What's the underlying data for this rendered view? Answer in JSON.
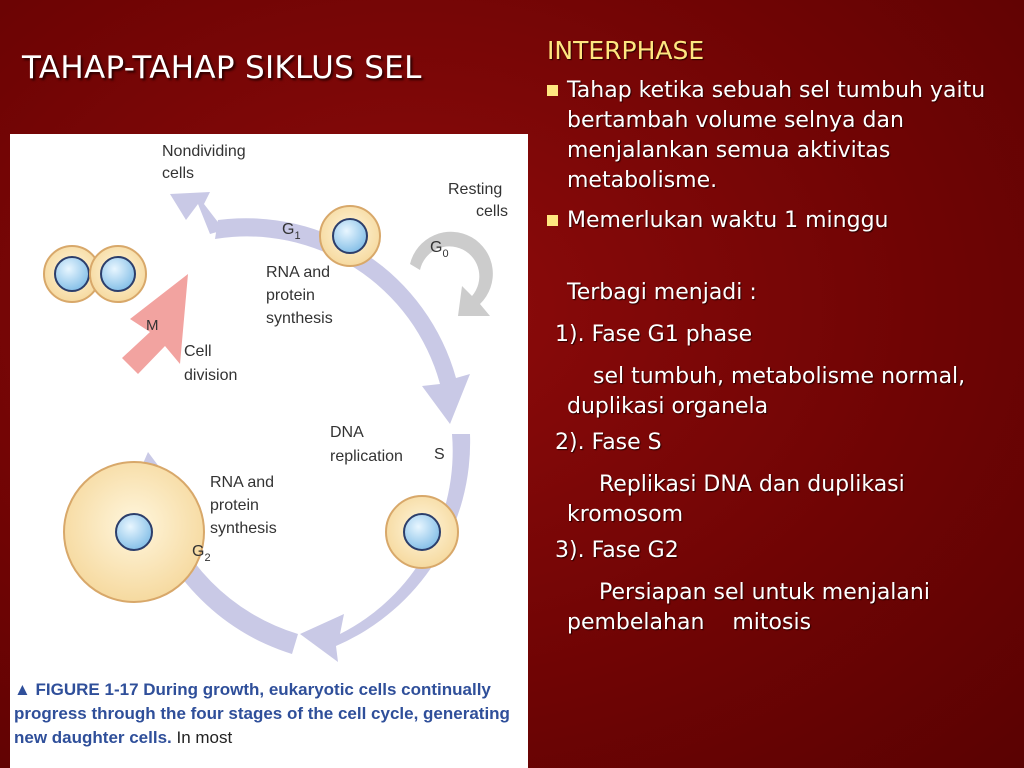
{
  "title": "TAHAP-TAHAP  SIKLUS SEL",
  "interphase": {
    "heading": "INTERPHASE",
    "bullets": [
      "Tahap ketika sebuah sel tumbuh yaitu bertambah volume selnya dan menjalankan semua aktivitas metabolisme.",
      "Memerlukan waktu 1 minggu"
    ],
    "intro": "Terbagi menjadi  :",
    "phases": [
      {
        "label": "1). Fase G1 phase",
        "desc": "sel tumbuh, metabolisme normal,  duplikasi organela"
      },
      {
        "label": "2). Fase S",
        "desc": "Replikasi DNA dan duplikasi kromosom"
      },
      {
        "label": "3). Fase G2",
        "desc": "Persiapan sel untuk menjalani pembelahan    mitosis"
      }
    ]
  },
  "figure": {
    "labels": {
      "nondividing": [
        "Nondividing",
        "cells"
      ],
      "resting": [
        "Resting",
        "cells"
      ],
      "g1": "G",
      "g1_sub": "1",
      "g0": "G",
      "g0_sub": "0",
      "s": "S",
      "m": "M",
      "g2": "G",
      "g2_sub": "2",
      "rna_top": [
        "RNA and",
        "protein",
        "synthesis"
      ],
      "cell_division": [
        "Cell",
        "division"
      ],
      "dna_replication": [
        "DNA",
        "replication"
      ],
      "rna_bottom": [
        "RNA and",
        "protein",
        "synthesis"
      ]
    },
    "caption_label": "▲ FIGURE 1-17",
    "caption_text": " During growth, eukaryotic cells continually progress through the four stages of the cell cycle, generating new daughter cells.",
    "caption_tail": " In most"
  },
  "colors": {
    "background": "#7a0606",
    "heading": "#ffe680",
    "arrow": "#c9c9e6",
    "m_arrow": "#f2a3a0",
    "cell_fill": "#fbe6b8",
    "nucleus": "#a9d6f2",
    "caption": "#2f4f9a"
  }
}
